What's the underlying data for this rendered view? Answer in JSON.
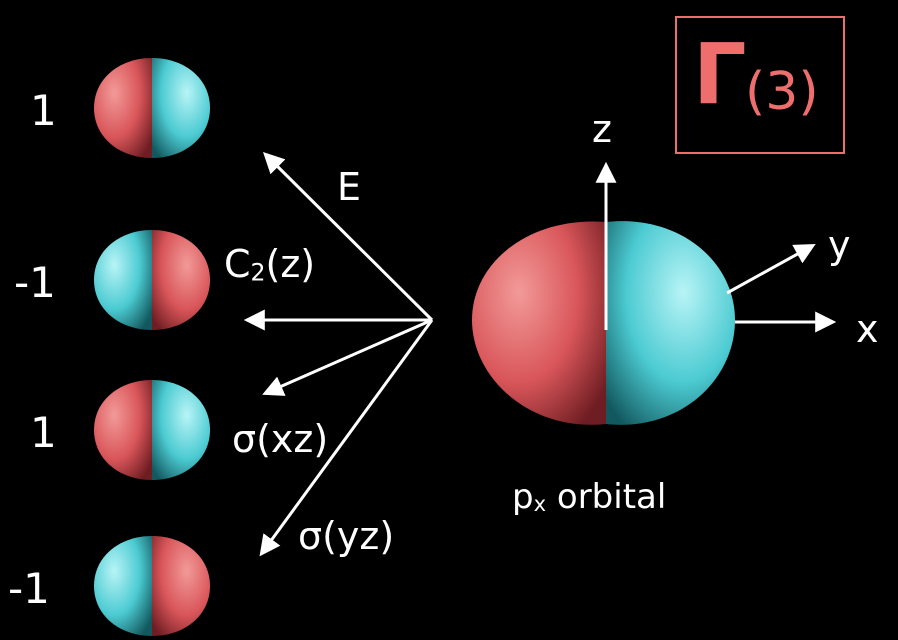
{
  "representation": {
    "symbol": "Γ",
    "subscript": "(3)",
    "color": "#ee6e6e"
  },
  "operations": [
    {
      "id": "e",
      "label": "E",
      "character": "1",
      "phase_left": "red"
    },
    {
      "id": "c2z",
      "label_main": "C",
      "label_sub": "2",
      "label_rest": "(z)",
      "character": "-1",
      "phase_left": "cyan"
    },
    {
      "id": "sxz",
      "label": "σ(xz)",
      "character": "1",
      "phase_left": "red"
    },
    {
      "id": "syz",
      "label": "σ(yz)",
      "character": "-1",
      "phase_left": "cyan"
    }
  ],
  "axes": {
    "x": "x",
    "y": "y",
    "z": "z"
  },
  "main_orbital": {
    "label_p": "p",
    "label_sub": "x",
    "label_rest": " orbital",
    "left_lobe": "red",
    "right_lobe": "cyan"
  },
  "colors": {
    "red": "#d9565a",
    "cyan": "#5ad2d8",
    "background": "#000000",
    "arrow": "#ffffff"
  }
}
